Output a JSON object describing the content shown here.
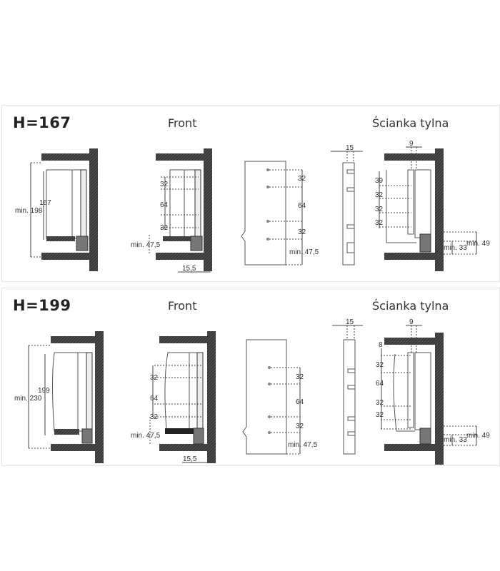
{
  "panels": [
    {
      "title": "H=167",
      "front_label": "Front",
      "back_label": "Ścianka tylna",
      "side_view": {
        "drawer_height": "167",
        "min_cabinet": "min. 198"
      },
      "front_view": {
        "dims": [
          "32",
          "64",
          "32"
        ],
        "min_bottom": "min. 47,5",
        "offset": "15,5"
      },
      "front_panel": {
        "dims": [
          "32",
          "64",
          "32"
        ],
        "min_bottom": "min. 47,5"
      },
      "back_profile": {
        "width": "15"
      },
      "back_view": {
        "top_offset": "9",
        "dims": [
          "39",
          "32",
          "32",
          "32"
        ],
        "min_a": "min. 33",
        "min_b": "min. 49"
      }
    },
    {
      "title": "H=199",
      "front_label": "Front",
      "back_label": "Ścianka tylna",
      "side_view": {
        "drawer_height": "199",
        "min_cabinet": "min. 230"
      },
      "front_view": {
        "dims": [
          "32",
          "64",
          "32"
        ],
        "min_bottom": "min. 47,5",
        "offset": "15,5"
      },
      "front_panel": {
        "dims": [
          "32",
          "64",
          "32"
        ],
        "min_bottom": "min. 47,5"
      },
      "back_profile": {
        "width": "15"
      },
      "back_view": {
        "top_offset": "9",
        "top_gap": "8",
        "dims": [
          "32",
          "64",
          "32",
          "32"
        ],
        "min_a": "min. 33",
        "min_b": "min. 49"
      }
    }
  ],
  "colors": {
    "hatch": "#3a3a3a",
    "line": "#555555",
    "text": "#333333",
    "border": "#e6e6e6"
  }
}
